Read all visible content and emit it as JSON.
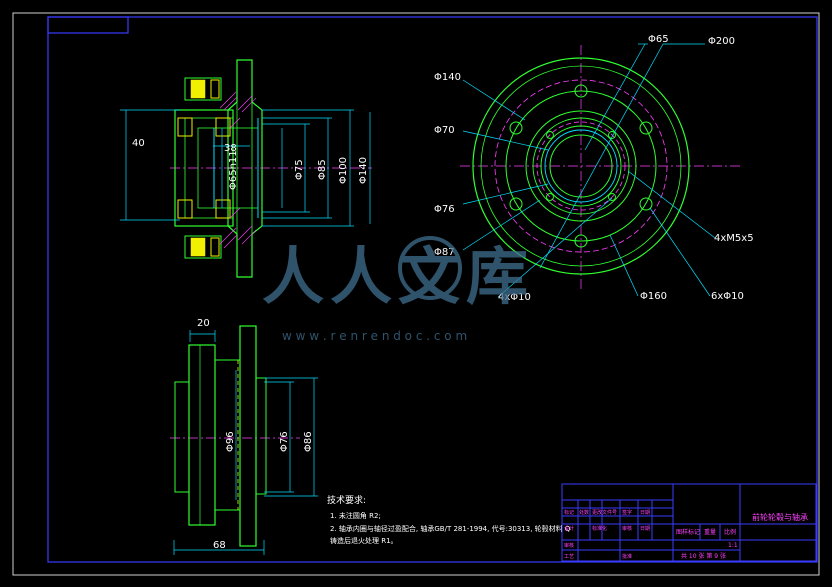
{
  "dimensions": {
    "side": {
      "d40": "40",
      "d38": "38",
      "d65h11": "Φ65h11",
      "d75": "Φ75",
      "d85": "Φ85",
      "d100": "Φ100",
      "d140": "Φ140"
    },
    "front": {
      "d65": "Φ65",
      "d200": "Φ200",
      "d140": "Φ140",
      "d70": "Φ70",
      "d76": "Φ76",
      "d87": "Φ87",
      "holes4": "4xΦ10",
      "d160": "Φ160",
      "holes6": "6xΦ10",
      "threads": "4xM5x5"
    },
    "bottom": {
      "d20": "20",
      "d96": "Φ96",
      "d76": "Φ76",
      "d86": "Φ86",
      "d68": "68"
    }
  },
  "tech": {
    "title": "技术要求:",
    "line1": "1. 未注圆角 R2;",
    "line2": "2. 轴承内圈与轴径过盈配合, 轴承GB/T 281-1994, 代号:30313, 轮毂材料 Q",
    "line3": "   铸造后退火处理 R1。"
  },
  "title_block": {
    "name": "前轮轮毂与轴承",
    "scale_label": "比例",
    "scale_value": "1:1",
    "weight_label": "重量",
    "mark_label": "图样标记",
    "sheets": "共 10 张 第 9 张",
    "row1": [
      "标记",
      "处数",
      "更改文件号",
      "签字",
      "日期"
    ],
    "row2": [
      "设计",
      "标准化",
      "审核",
      "日期"
    ],
    "row3": [
      "审核"
    ],
    "row4": [
      "工艺",
      "批准"
    ]
  },
  "watermark": {
    "chars": "人人文库",
    "url": "w w w . r e n r e n d o c . c o m"
  }
}
